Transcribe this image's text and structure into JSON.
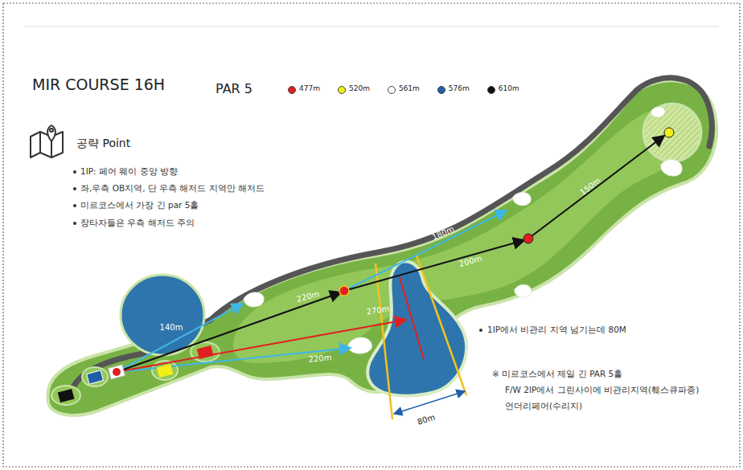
{
  "diagram": {
    "title": "MIR COURSE 16H",
    "labels": [
      "PAR 5",
      "공략 Point",
      "1IP: 페어 웨이 중앙 방향",
      "좌,우측  OB지역, 단 우측 해저드 지역만 해저드",
      "미르코스에서 가장 긴 par 5홀",
      "장타자들은 우측 해저드 주의",
      "140m",
      "220m",
      "270m",
      "220m",
      "180m",
      "200m",
      "150m",
      "80m",
      "1IP에서 비관리 지역 넘기는데 80M",
      "※ 미르코스에서 제일 긴 PAR 5홀",
      "F/W 2IP에서 그린사이에 비관리지역(훼스큐파종)",
      "언더리페어(수리지)"
    ],
    "legend": [
      {
        "text": "477m",
        "color": "#e02020"
      },
      {
        "text": "520m",
        "color": "#f2ee1a"
      },
      {
        "text": "561m",
        "color": "#ffffff"
      },
      {
        "text": "576m",
        "color": "#1f5fa8"
      },
      {
        "text": "610m",
        "color": "#111111"
      }
    ]
  }
}
